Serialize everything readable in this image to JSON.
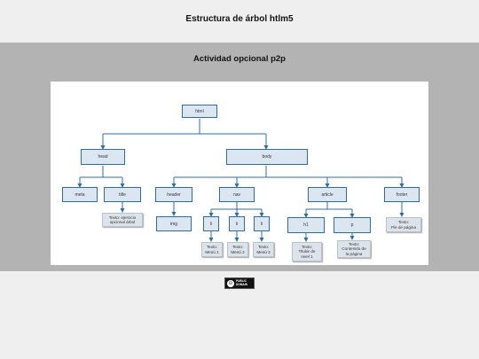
{
  "page_title": "Estructura de árbol htlm5",
  "section_title": "Actividad opcional p2p",
  "tree": {
    "html": "html",
    "head": "head",
    "body": "body",
    "meta": "meta",
    "title": "title",
    "header": "header",
    "nav": "nav",
    "article": "article",
    "footer": "footer",
    "img": "img",
    "li1": "li",
    "li2": "li",
    "li3": "li",
    "h1": "h1",
    "p": "p"
  },
  "notes": {
    "title_text": "Texto: ejercicio\nopcional árbol",
    "menu1": "Texto:\nMenú 1",
    "menu2": "Texto:\nMenú 2",
    "menu3": "Texto:\nMenú 3",
    "h1_text": "Texto:\nTitular de\nnivel 1",
    "p_text": "Texto:\nContenido de\nla página",
    "footer_text": "Texto:\nPie de página"
  },
  "license_badge": {
    "icon": "public-domain-icon",
    "text": "PUBLIC\nDOMAIN"
  },
  "colors": {
    "node_fill": "#dce6f1",
    "node_border": "#2e6da4",
    "connector": "#2e6da4"
  }
}
